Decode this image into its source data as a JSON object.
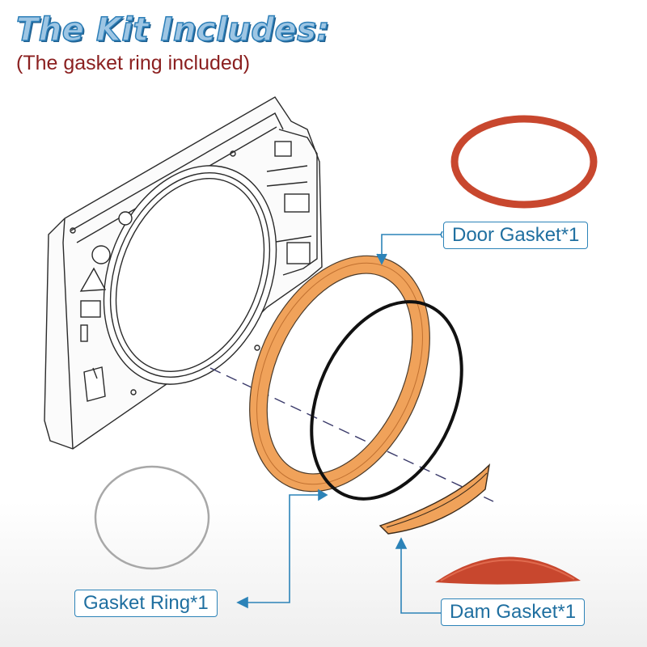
{
  "header": {
    "title": "The Kit Includes:",
    "subtitle": "(The gasket ring included)"
  },
  "parts": {
    "door_gasket": "Door Gasket*1",
    "gasket_ring": "Gasket Ring*1",
    "dam_gasket": "Dam Gasket*1"
  },
  "icons": [
    "door-assembly-illustration",
    "door-gasket-photo",
    "dam-gasket-photo",
    "gasket-ring-photo"
  ],
  "colors": {
    "title": "#9ec6e4",
    "subtitle": "#8b2020",
    "label_border": "#2c83b8",
    "label_text": "#1f6fa0",
    "gasket_orange": "#f0a25a",
    "photo_red": "#c8472e"
  }
}
